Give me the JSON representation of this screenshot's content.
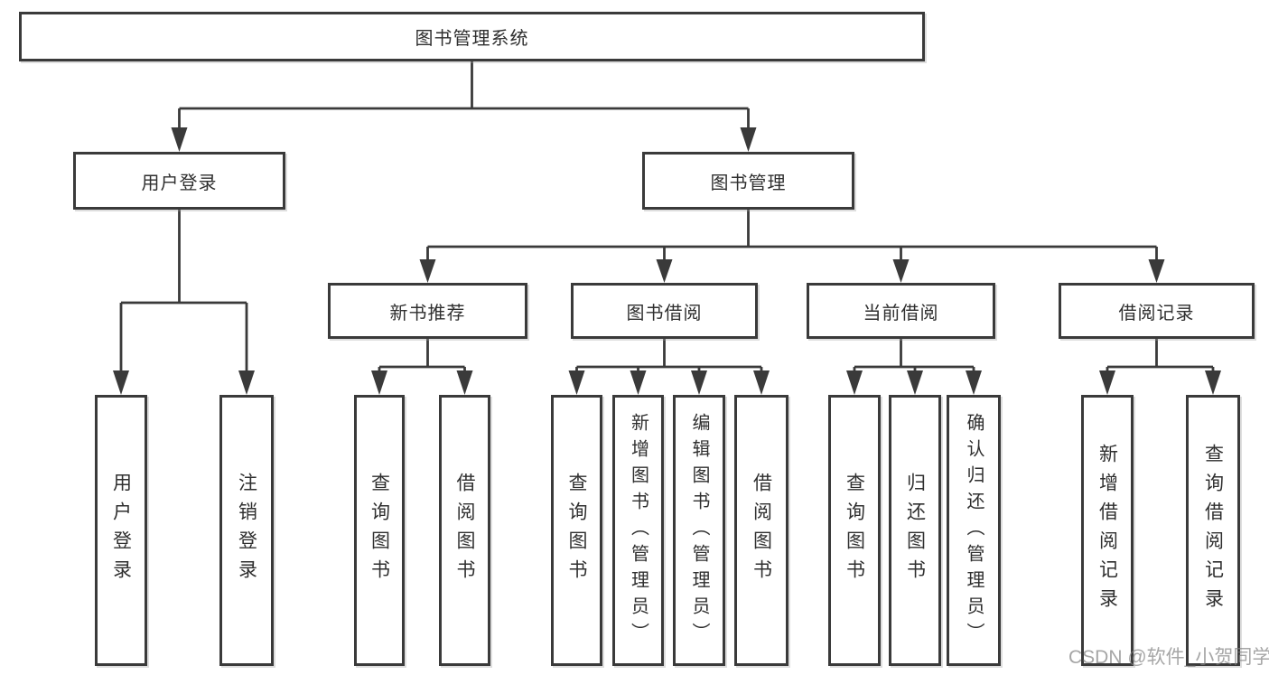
{
  "colors": {
    "line": "#3a3a3a",
    "box_border": "#3a3a3a",
    "text": "#2f2f2f",
    "watermark": "#808080",
    "background": "#ffffff"
  },
  "tree": {
    "root": {
      "label": "图书管理系统"
    },
    "user_login": {
      "label": "用户登录",
      "children": [
        {
          "label": "用户登录"
        },
        {
          "label": "注销登录"
        }
      ]
    },
    "book_mgmt": {
      "label": "图书管理"
    },
    "new_books": {
      "label": "新书推荐",
      "children": [
        {
          "label": "查询图书"
        },
        {
          "label": "借阅图书"
        }
      ]
    },
    "borrowing": {
      "label": "图书借阅",
      "children": [
        {
          "label": "查询图书"
        },
        {
          "label": "新增图书（管理员）"
        },
        {
          "label": "编辑图书（管理员）"
        },
        {
          "label": "借阅图书"
        }
      ]
    },
    "current_borrow": {
      "label": "当前借阅",
      "children": [
        {
          "label": "查询图书"
        },
        {
          "label": "归还图书"
        },
        {
          "label": "确认归还（管理员）"
        }
      ]
    },
    "borrow_records": {
      "label": "借阅记录",
      "children": [
        {
          "label": "新增借阅记录"
        },
        {
          "label": "查询借阅记录"
        }
      ]
    }
  },
  "watermark": {
    "text": "CSDN @软件_小贺同学"
  }
}
